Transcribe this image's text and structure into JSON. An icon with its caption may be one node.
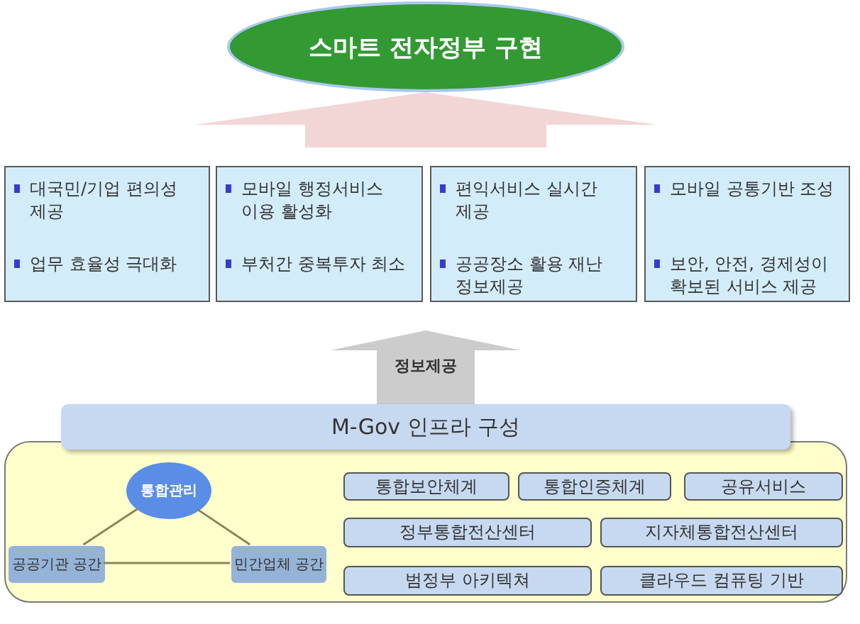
{
  "diagram": {
    "nodes": [
      {
        "text": [
          "스마트 전자정부 구현"
        ]
      },
      {
        "text": [
          "대국민/기업 편의성 제공",
          "업무 효율성 극대화"
        ]
      },
      {
        "text": [
          "모바일 행정서비스 이용 활성화",
          "부처간 중복투자 최소"
        ]
      },
      {
        "text": [
          "편익서비스 실시간 제공",
          "공공장소 활용 재난 정보제공"
        ]
      },
      {
        "text": [
          "모바일 공통기반 조성",
          "보안, 안전, 경제성이 확보된 서비스 제공"
        ]
      },
      {
        "text": [
          "M-Gov 인프라 구성"
        ]
      },
      {
        "text": [],
        "shape": "box"
      },
      {
        "text": [
          "통합관리"
        ],
        "in": 6
      },
      {
        "text": [
          "공공기관 공간"
        ],
        "in": 6
      },
      {
        "text": [
          "민간업체 공간"
        ],
        "in": 6
      },
      {
        "text": [
          "통합보안체계"
        ],
        "in": 6
      },
      {
        "text": [
          "통합인증체계"
        ],
        "in": 6
      },
      {
        "text": [
          "공유서비스"
        ],
        "in": 6
      },
      {
        "text": [
          "정부통합전산센터"
        ],
        "in": 6
      },
      {
        "text": [
          "지자체통합전산센터"
        ],
        "in": 6
      },
      {
        "text": [
          "범정부 아키텍쳐"
        ],
        "in": 6
      },
      {
        "text": [
          "클라우드 컴퓨팅 기반"
        ],
        "in": 6
      }
    ],
    "edges": [
      {
        "from": null,
        "to": 0,
        "arrow": "to",
        "style": "thick",
        "color": "#f2d6d6"
      },
      {
        "from": 5,
        "to": null,
        "arrow": "to",
        "label": "정보제공",
        "style": "thick",
        "color": "#cccccc"
      },
      {
        "from": 7,
        "to": 8,
        "arrow": "none"
      },
      {
        "from": 7,
        "to": 9,
        "arrow": "none"
      },
      {
        "from": 8,
        "to": 9,
        "arrow": "none"
      }
    ]
  }
}
